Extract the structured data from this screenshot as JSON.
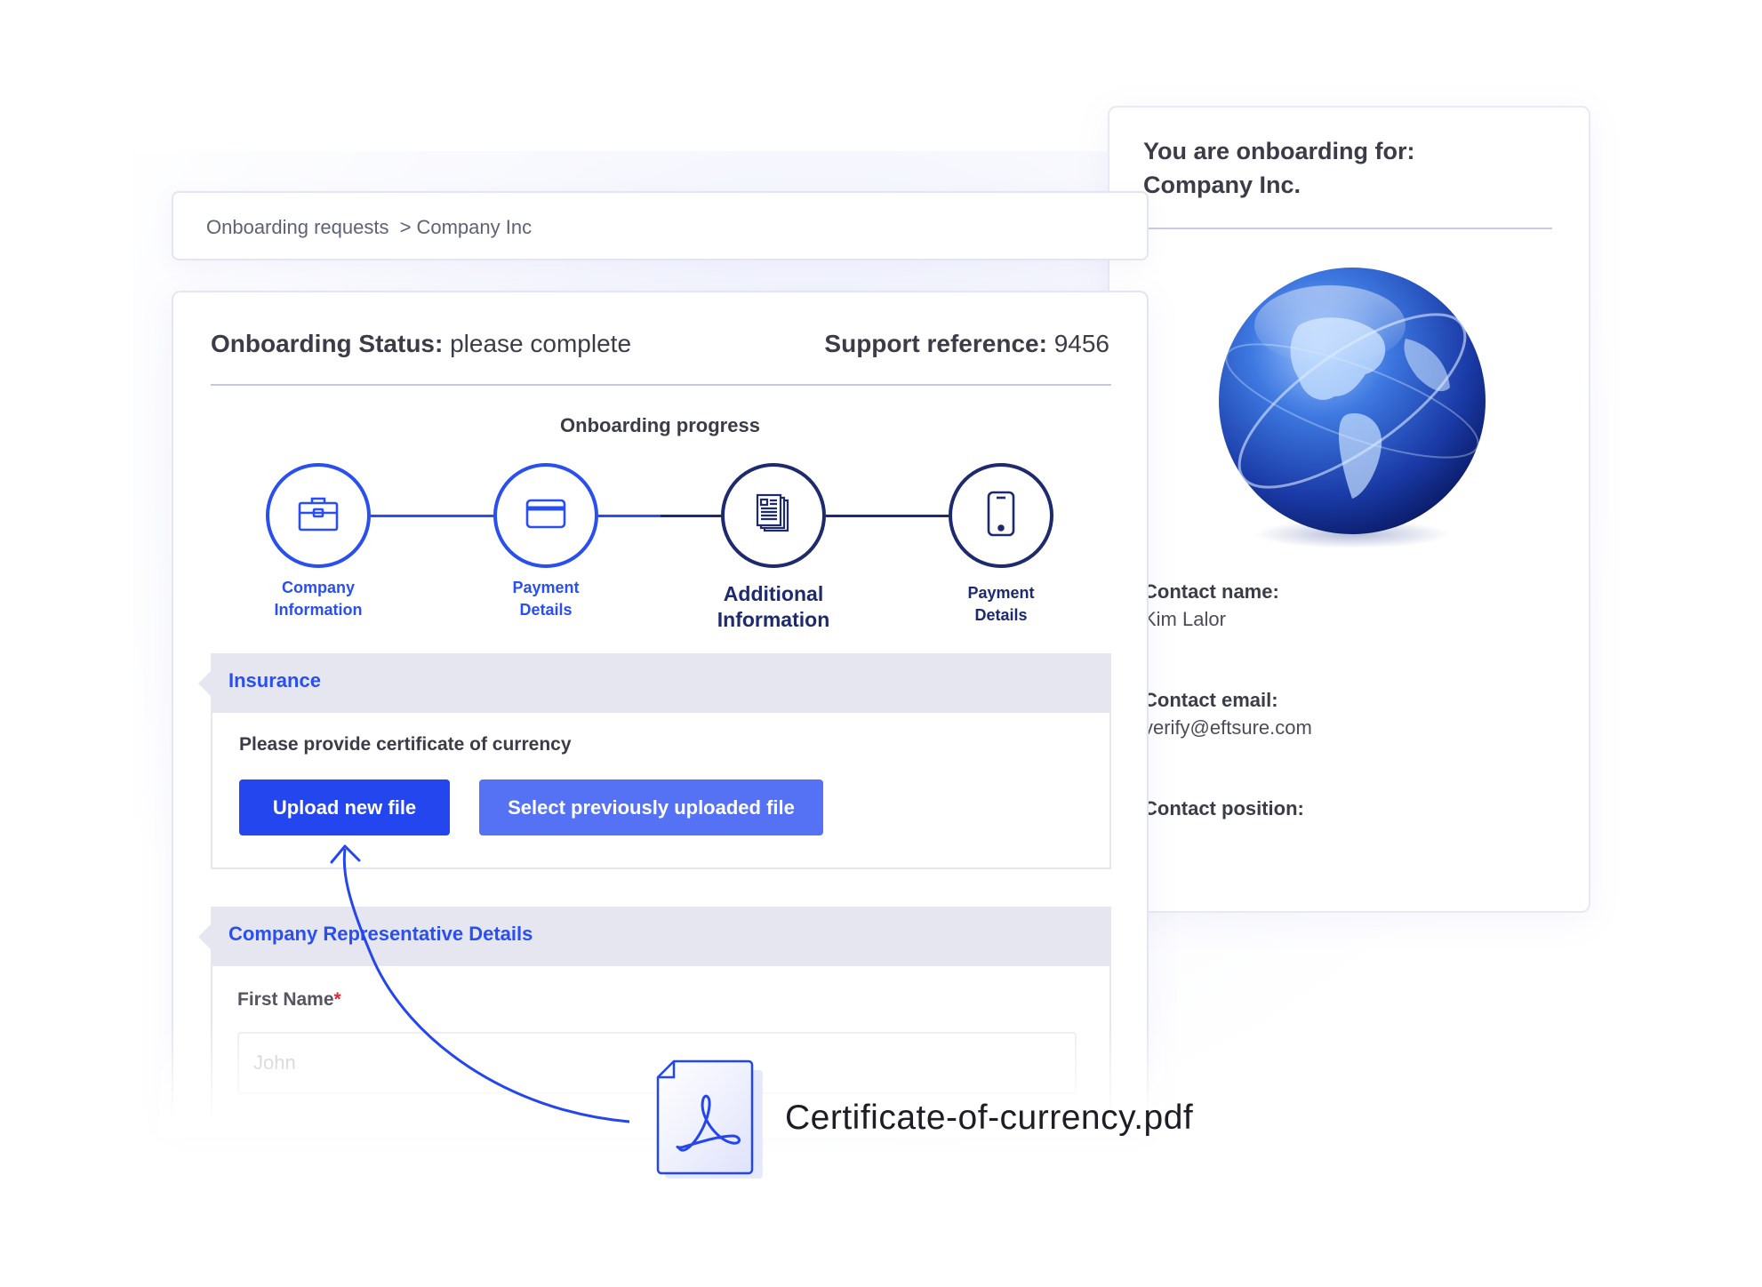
{
  "right_panel": {
    "title_line1": "You are onboarding for:",
    "title_line2": "Company Inc.",
    "contact_name_label": "Contact name:",
    "contact_name_value": "Kim Lalor",
    "contact_email_label": "Contact email:",
    "contact_email_value": "verify@eftsure.com",
    "contact_position_label": "Contact position:",
    "contact_position_value": ""
  },
  "breadcrumb": {
    "item1": "Onboarding requests",
    "separator": ">",
    "item2": "Company Inc"
  },
  "status": {
    "label": "Onboarding Status:",
    "value": "please complete",
    "support_label": "Support reference:",
    "support_value": "9456"
  },
  "progress": {
    "title": "Onboarding progress",
    "steps": [
      {
        "line1": "Company",
        "line2": "Information",
        "icon": "briefcase-icon",
        "state": "complete"
      },
      {
        "line1": "Payment",
        "line2": "Details",
        "icon": "credit-card-icon",
        "state": "complete"
      },
      {
        "line1": "Additional",
        "line2": "Information",
        "icon": "documents-icon",
        "state": "current"
      },
      {
        "line1": "Payment",
        "line2": "Details",
        "icon": "mobile-phone-icon",
        "state": "pending"
      }
    ]
  },
  "insurance": {
    "title": "Insurance",
    "prompt": "Please provide certificate of currency",
    "upload_button": "Upload new file",
    "select_button": "Select previously uploaded file"
  },
  "representative": {
    "title": "Company Representative Details",
    "first_name_label": "First Name",
    "required_mark": "*",
    "first_name_placeholder": "John"
  },
  "pdf": {
    "filename": "Certificate-of-currency.pdf",
    "icon": "acrobat-pdf-icon"
  },
  "colors": {
    "accent": "#2446ee",
    "accent_light": "#5672f4",
    "dark_navy": "#1e2a6e",
    "required": "#e0263a"
  }
}
